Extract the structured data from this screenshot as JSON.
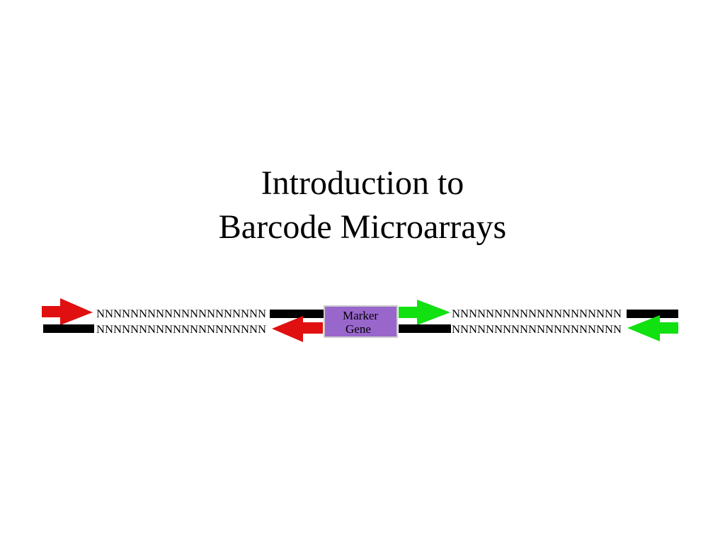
{
  "title": {
    "line1": "Introduction to",
    "line2": "Barcode Microarrays"
  },
  "diagram": {
    "left_barcode": {
      "top_sequence": "NNNNNNNNNNNNNNNNNNNN",
      "bottom_sequence": "NNNNNNNNNNNNNNNNNNNN"
    },
    "right_barcode": {
      "top_sequence": "NNNNNNNNNNNNNNNNNNNN",
      "bottom_sequence": "NNNNNNNNNNNNNNNNNNNN"
    },
    "marker": {
      "line1": "Marker",
      "line2": "Gene"
    },
    "colors": {
      "red_primer": "#e01010",
      "green_primer": "#11e011",
      "strand": "#000000",
      "marker_fill": "#9966cc",
      "marker_border": "#cccccc"
    }
  }
}
